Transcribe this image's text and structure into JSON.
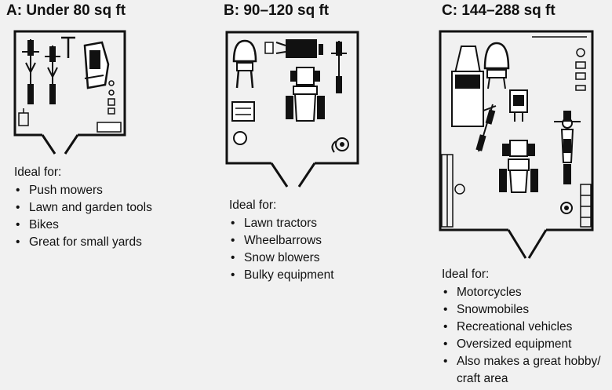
{
  "sections": [
    {
      "title": "A: Under 80 sq ft",
      "ideal_heading": "Ideal for:",
      "items": [
        "Push mowers",
        "Lawn and garden tools",
        "Bikes",
        "Great for small yards"
      ]
    },
    {
      "title": "B: 90–120 sq ft",
      "ideal_heading": "Ideal for:",
      "items": [
        "Lawn tractors",
        "Wheelbarrows",
        "Snow blowers",
        "Bulky equipment"
      ]
    },
    {
      "title": "C: 144–288 sq ft",
      "ideal_heading": "Ideal for:",
      "items": [
        "Motorcycles",
        "Snowmobiles",
        "Recreational vehicles",
        "Oversized equipment",
        "Also makes a great hobby/",
        "craft area"
      ]
    }
  ]
}
